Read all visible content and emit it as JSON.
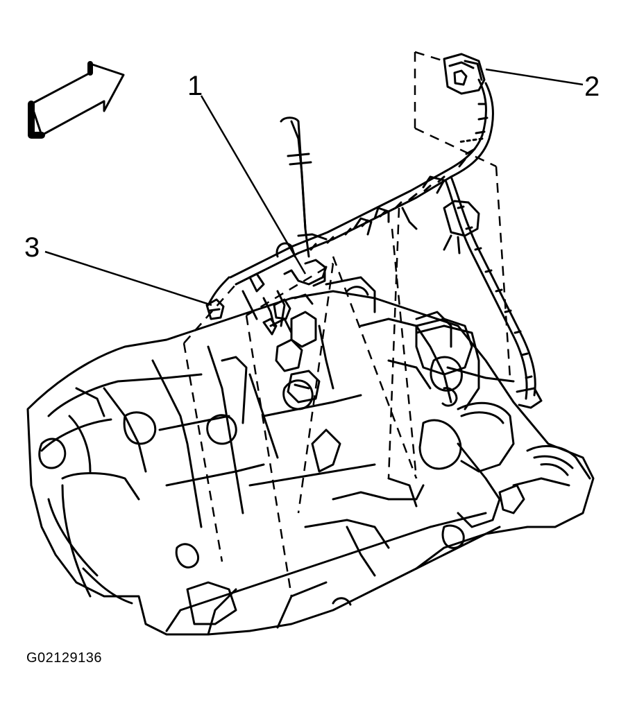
{
  "callouts": [
    {
      "number": "1",
      "target": "harness-clip"
    },
    {
      "number": "2",
      "target": "harness-connector"
    },
    {
      "number": "3",
      "target": "retainer-clip"
    }
  ],
  "figure_id": "G02129136",
  "colors": {
    "ink": "#000000",
    "paper": "#ffffff",
    "harness_hatch": "#000000"
  },
  "icons": {
    "orientation_arrow": "arrow-forward-icon"
  }
}
